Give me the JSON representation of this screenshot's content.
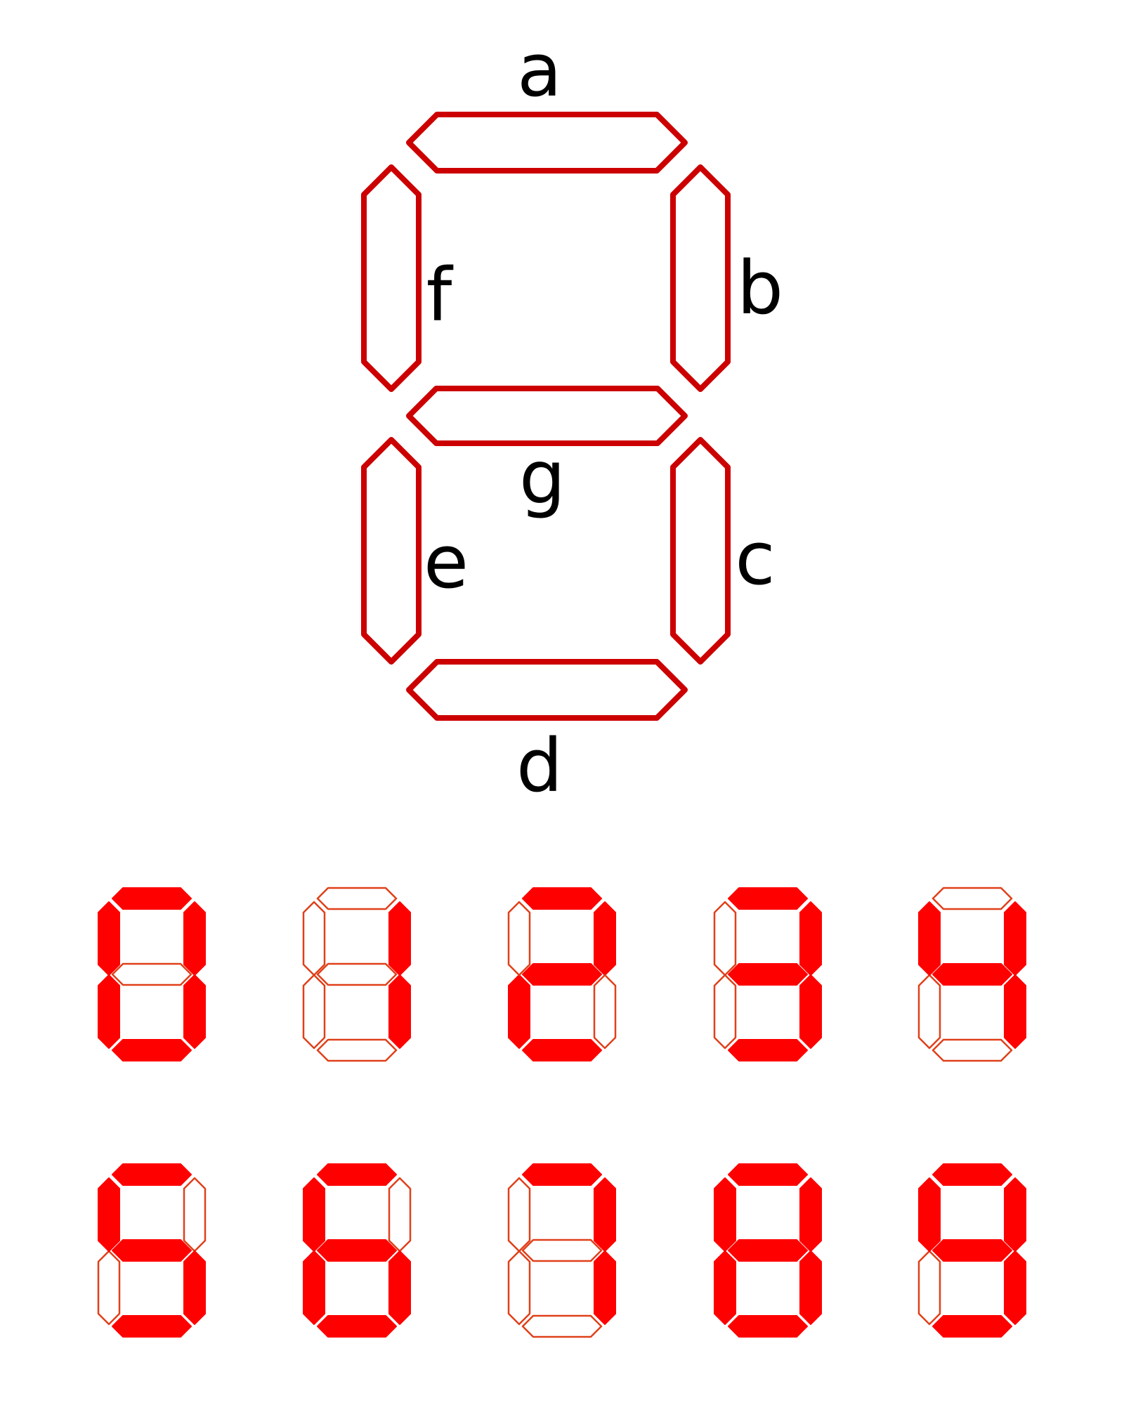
{
  "diagram": {
    "outline_color": "#cc0000",
    "labels": {
      "a": "a",
      "b": "b",
      "c": "c",
      "d": "d",
      "e": "e",
      "f": "f",
      "g": "g"
    }
  },
  "colors": {
    "lit": "#ff0000",
    "unlit_stroke": "#e0401a",
    "unlit_fill": "#ffffff"
  },
  "digits": [
    {
      "value": "0",
      "segments": [
        "a",
        "b",
        "c",
        "d",
        "e",
        "f"
      ]
    },
    {
      "value": "1",
      "segments": [
        "b",
        "c"
      ]
    },
    {
      "value": "2",
      "segments": [
        "a",
        "b",
        "d",
        "e",
        "g"
      ]
    },
    {
      "value": "3",
      "segments": [
        "a",
        "b",
        "c",
        "d",
        "g"
      ]
    },
    {
      "value": "4",
      "segments": [
        "b",
        "c",
        "f",
        "g"
      ]
    },
    {
      "value": "5",
      "segments": [
        "a",
        "c",
        "d",
        "f",
        "g"
      ]
    },
    {
      "value": "6",
      "segments": [
        "a",
        "c",
        "d",
        "e",
        "f",
        "g"
      ]
    },
    {
      "value": "7",
      "segments": [
        "a",
        "b",
        "c"
      ]
    },
    {
      "value": "8",
      "segments": [
        "a",
        "b",
        "c",
        "d",
        "e",
        "f",
        "g"
      ]
    },
    {
      "value": "9",
      "segments": [
        "a",
        "b",
        "c",
        "d",
        "f",
        "g"
      ]
    }
  ]
}
